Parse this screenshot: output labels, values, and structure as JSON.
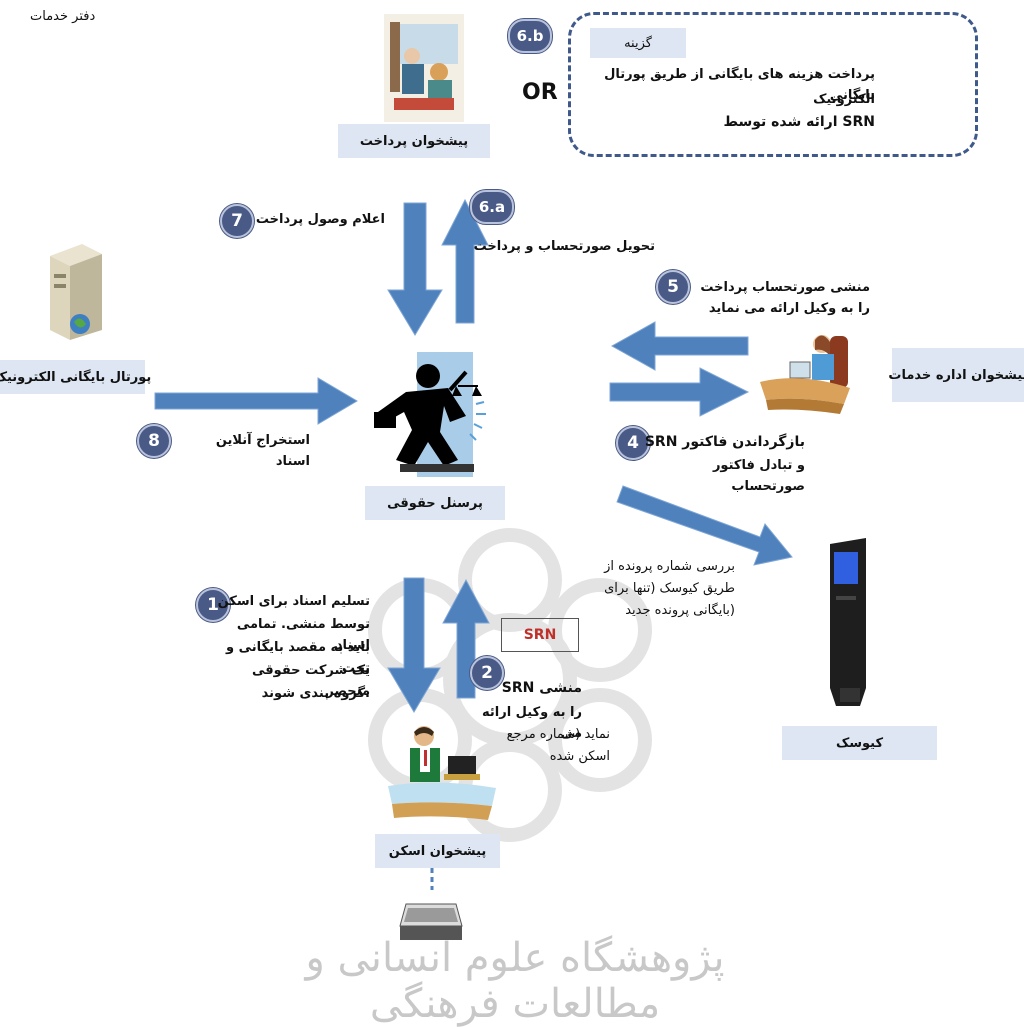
{
  "corner_title": "دفتر خدمات",
  "or_label": "OR",
  "option_box": {
    "header": "گزینه",
    "lines": [
      "پرداخت هزینه های بایگانی از طریق پورتال بایگانی",
      "الکترونیک",
      "SRN ارائه شده توسط"
    ]
  },
  "nodes": {
    "payment_desk": "پیشخوان پرداخت",
    "e_archive_portal": "پورتال بایگانی الکترونیک",
    "services_desk": "پیشخوان اداره خدمات",
    "legal_staff": "پرسنل حقوقی",
    "kiosk": "کیوسک",
    "scan_desk": "پیشخوان اسکن"
  },
  "srn_badge": "SRN",
  "steps": [
    {
      "num": "1",
      "text": [
        "تسلیم اسناد برای اسکن",
        "توسط منشی. تمامی اسناد",
        "باید به مقصد بایگانی و تحت",
        "یک شرکت حقوقی منحصر",
        ".گروه بندی شوند"
      ]
    },
    {
      "num": "2",
      "text": [
        "منشی SRN",
        "را به وکیل ارائه می",
        "نماید (شماره مرجع",
        "اسکن شده"
      ]
    },
    {
      "num": "4",
      "text": [
        "بازگرداندن فاکتور SRN",
        "و تبادل فاکتور صورتحساب"
      ]
    },
    {
      "num": "5",
      "text": [
        "منشی صورتحساب پرداخت",
        "را به وکیل ارائه می نماید"
      ]
    },
    {
      "num": "6.a",
      "text": [
        "تحویل صورتحساب و پرداخت"
      ]
    },
    {
      "num": "6.b",
      "text": []
    },
    {
      "num": "7",
      "text": [
        "اعلام وصول پرداخت"
      ]
    },
    {
      "num": "8",
      "text": [
        "استخراج آنلاین اسناد"
      ]
    }
  ],
  "kiosk_note": [
    "بررسی شماره پرونده از",
    "طریق کیوسک (تنها برای",
    "(بایگانی پرونده جدید"
  ],
  "watermark": "پژوهشگاه علوم انسانی و مطالعات فرهنگی",
  "colors": {
    "arrow": "#4f81bd",
    "circle": "#4a5a86",
    "label_bg": "#dde6f2",
    "box_border": "#3f5a8a"
  }
}
